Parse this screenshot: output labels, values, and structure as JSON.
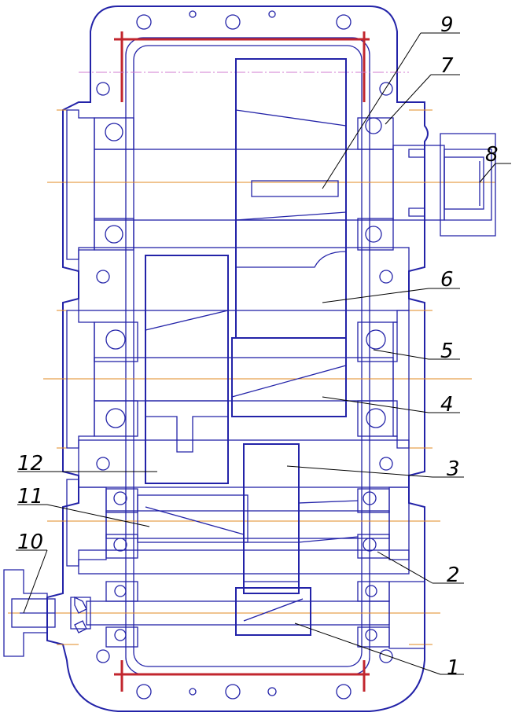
{
  "callouts": [
    {
      "id": "1",
      "text": "1"
    },
    {
      "id": "2",
      "text": "2"
    },
    {
      "id": "3",
      "text": "3"
    },
    {
      "id": "4",
      "text": "4"
    },
    {
      "id": "5",
      "text": "5"
    },
    {
      "id": "6",
      "text": "6"
    },
    {
      "id": "7",
      "text": "7"
    },
    {
      "id": "8",
      "text": "8"
    },
    {
      "id": "9",
      "text": "9"
    },
    {
      "id": "10",
      "text": "10"
    },
    {
      "id": "11",
      "text": "11"
    },
    {
      "id": "12",
      "text": "12"
    }
  ],
  "colors": {
    "outline": "#2323a8",
    "axis": "#e08a20",
    "axis_alt": "#d07bd0",
    "bolt": "#c2262e",
    "leader": "#000000"
  }
}
